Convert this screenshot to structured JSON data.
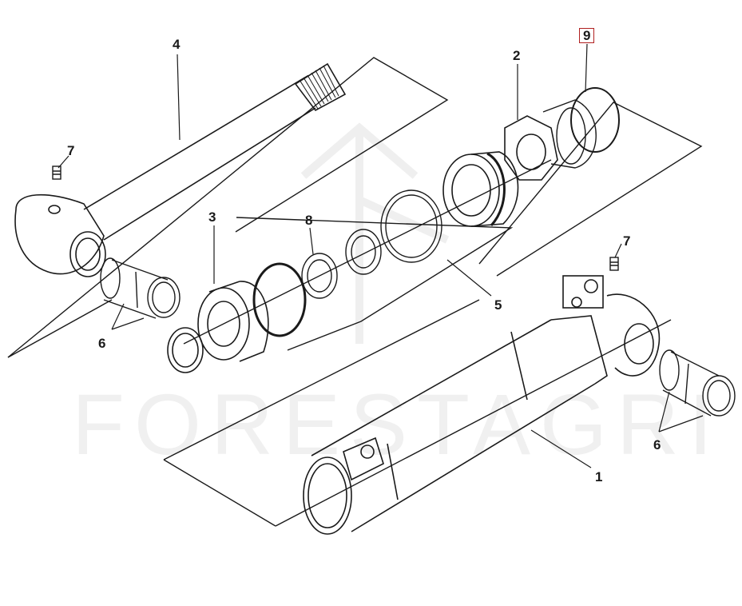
{
  "diagram": {
    "title": "Hydraulic cylinder exploded view",
    "watermark": "FORESTAGRI",
    "callouts": [
      {
        "id": "c1",
        "label": "1"
      },
      {
        "id": "c2",
        "label": "2"
      },
      {
        "id": "c3",
        "label": "3"
      },
      {
        "id": "c4",
        "label": "4"
      },
      {
        "id": "c5",
        "label": "5"
      },
      {
        "id": "c6a",
        "label": "6"
      },
      {
        "id": "c6b",
        "label": "6"
      },
      {
        "id": "c7a",
        "label": "7"
      },
      {
        "id": "c7b",
        "label": "7"
      },
      {
        "id": "c8",
        "label": "8"
      },
      {
        "id": "c9",
        "label": "9"
      }
    ],
    "colors": {
      "line": "#1a1a1a",
      "highlight_box": "#b02020",
      "watermark": "#f0f0f0"
    }
  }
}
